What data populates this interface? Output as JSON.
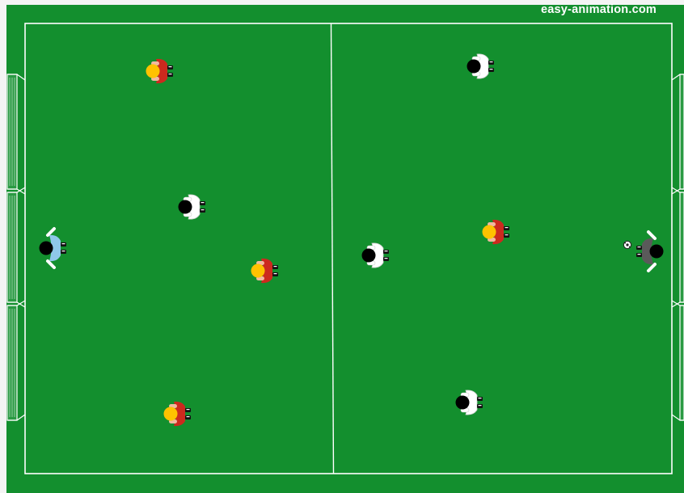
{
  "watermark": "easy-animation.com",
  "colors": {
    "grass": "#138f2e",
    "lines": "#ffffff",
    "border": "#f4f4f4",
    "team_red_shirt": "#cc2a1e",
    "team_red_hair": "#ffc200",
    "team_white_shirt": "#ffffff",
    "team_white_hair": "#000000",
    "keeper_left_shirt": "#8fc8ea",
    "keeper_right_shirt": "#5a5a5a"
  },
  "players": [
    {
      "id": "red-forward-top",
      "team": "red",
      "facing": "left"
    },
    {
      "id": "red-mid",
      "team": "red",
      "facing": "left"
    },
    {
      "id": "red-forward-bottom",
      "team": "red",
      "facing": "left"
    },
    {
      "id": "red-right-center",
      "team": "red",
      "facing": "left"
    },
    {
      "id": "white-defender-left",
      "team": "white",
      "facing": "left"
    },
    {
      "id": "white-top-right",
      "team": "white",
      "facing": "left"
    },
    {
      "id": "white-center-right",
      "team": "white",
      "facing": "left"
    },
    {
      "id": "white-bottom-right",
      "team": "white",
      "facing": "left"
    },
    {
      "id": "goalkeeper-left",
      "team": "keeper-light",
      "facing": "left"
    },
    {
      "id": "goalkeeper-right",
      "team": "keeper-dark",
      "facing": "right"
    }
  ],
  "ball": {
    "icon": "soccer-ball-icon"
  }
}
